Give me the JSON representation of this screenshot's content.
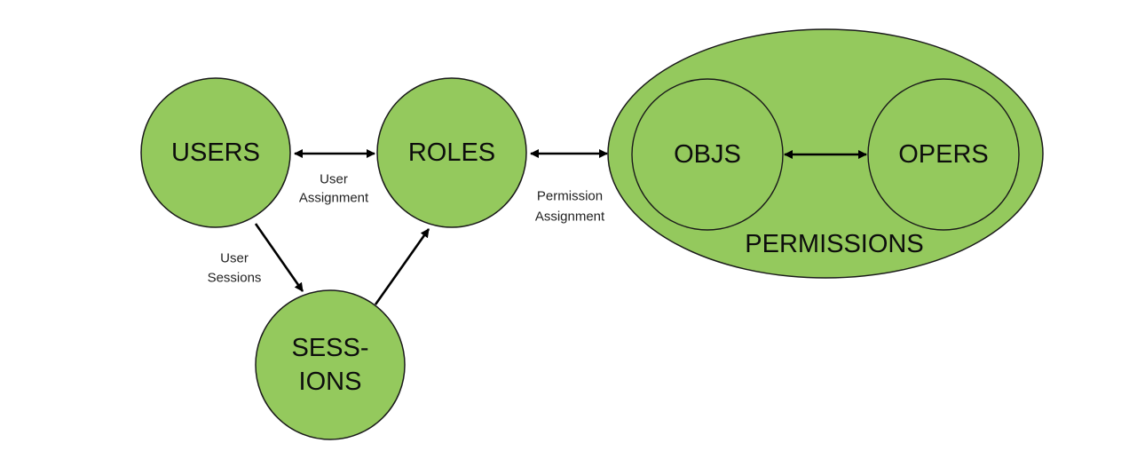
{
  "colors": {
    "node_fill": "#94c95d",
    "outline": "#1a1a1a",
    "arrow": "#000000",
    "background": "#ffffff"
  },
  "nodes": {
    "users": "USERS",
    "roles": "ROLES",
    "sessions_line1": "SESS-",
    "sessions_line2": "IONS",
    "objs": "OBJS",
    "opers": "OPERS",
    "permissions": "PERMISSIONS"
  },
  "edges": {
    "user_assignment_line1": "User",
    "user_assignment_line2": "Assignment",
    "permission_assignment_line1": "Permission",
    "permission_assignment_line2": "Assignment",
    "user_sessions_line1": "User",
    "user_sessions_line2": "Sessions"
  }
}
